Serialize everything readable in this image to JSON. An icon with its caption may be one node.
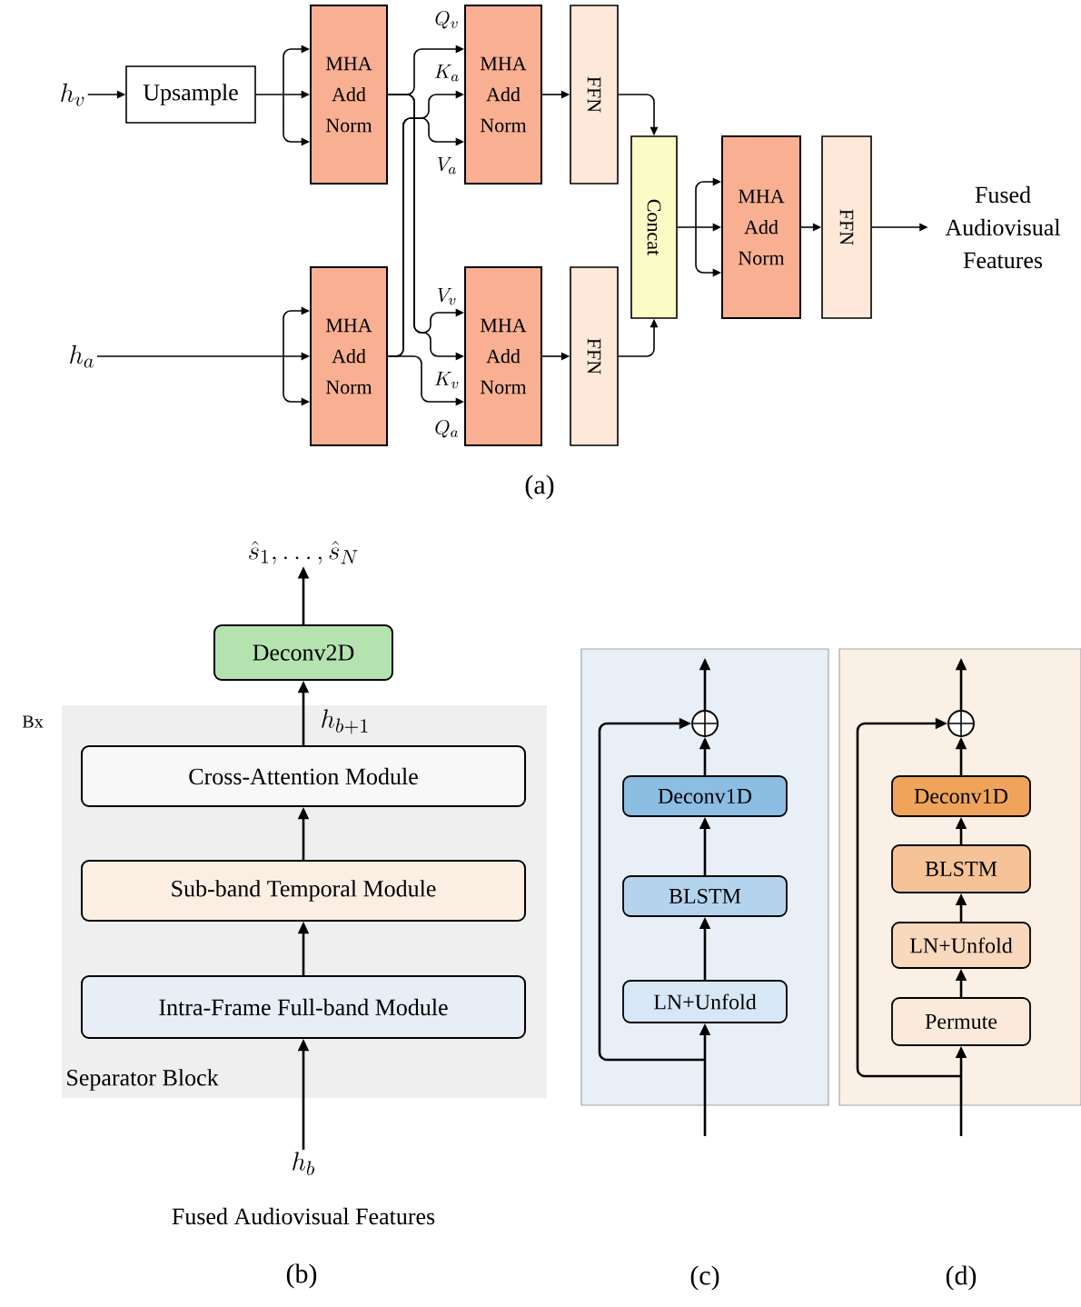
{
  "diagram": {
    "nodes": [
      {
        "text": [
          "h_v"
        ]
      },
      {
        "text": [
          "Upsample"
        ]
      },
      {
        "text": [
          "MHA Add Norm"
        ]
      },
      {
        "text": [
          "h_a"
        ]
      },
      {
        "text": [
          "MHA Add Norm"
        ]
      },
      {
        "text": [
          "MHA Add Norm"
        ]
      },
      {
        "text": [
          "MHA Add Norm"
        ]
      },
      {
        "text": [
          "FFN"
        ]
      },
      {
        "text": [
          "FFN"
        ]
      },
      {
        "text": [
          "Concat"
        ]
      },
      {
        "text": [
          "MHA Add Norm"
        ]
      },
      {
        "text": [
          "FFN"
        ]
      },
      {
        "text": [
          "Fused Audiovisual Features"
        ]
      },
      {
        "text": [
          "\\hat{s}_1, \\ldots, \\hat{s}_N"
        ]
      },
      {
        "text": [
          "Deconv2D"
        ]
      },
      {
        "text": [
          "Separator Block"
        ],
        "beside": [
          "Bx"
        ]
      },
      {
        "text": [
          "Cross-Attention Module"
        ],
        "in": 15
      },
      {
        "text": [
          "Sub-band Temporal Module"
        ],
        "in": 15
      },
      {
        "text": [
          "Intra-Frame Full-band Module"
        ],
        "in": 15
      },
      {
        "text": [
          "h_b"
        ],
        "beside": [
          "Fused Audiovisual Features"
        ]
      },
      {
        "text": [],
        "shape": "box"
      },
      {
        "text": [],
        "shape": "circle",
        "in": 20
      },
      {
        "text": [
          "Deconv1D"
        ],
        "in": 20
      },
      {
        "text": [
          "BLSTM"
        ],
        "in": 20
      },
      {
        "text": [
          "LN+Unfold"
        ],
        "in": 20
      },
      {
        "text": [],
        "shape": "box"
      },
      {
        "text": [],
        "shape": "circle",
        "in": 25
      },
      {
        "text": [
          "Deconv1D"
        ],
        "in": 25
      },
      {
        "text": [
          "BLSTM"
        ],
        "in": 25
      },
      {
        "text": [
          "LN+Unfold"
        ],
        "in": 25
      },
      {
        "text": [
          "Permute"
        ],
        "in": 25
      }
    ],
    "edges": [
      {
        "from": 0,
        "to": 1,
        "arrow": "to"
      },
      {
        "from": 1,
        "to": 2,
        "arrow": "to"
      },
      {
        "from": 3,
        "to": 4,
        "arrow": "to"
      },
      {
        "from": 2,
        "to": 5,
        "arrow": "to",
        "label": "Q_v"
      },
      {
        "from": 4,
        "to": 5,
        "arrow": "to",
        "label": "K_a"
      },
      {
        "from": 4,
        "to": 5,
        "arrow": "to",
        "label": "V_a"
      },
      {
        "from": 2,
        "to": 6,
        "arrow": "to",
        "label": "V_v"
      },
      {
        "from": 2,
        "to": 6,
        "arrow": "to",
        "label": "K_v"
      },
      {
        "from": 4,
        "to": 6,
        "arrow": "to",
        "label": "Q_a"
      },
      {
        "from": 5,
        "to": 7,
        "arrow": "to"
      },
      {
        "from": 6,
        "to": 8,
        "arrow": "to"
      },
      {
        "from": 7,
        "to": 9,
        "arrow": "to"
      },
      {
        "from": 8,
        "to": 9,
        "arrow": "to"
      },
      {
        "from": 9,
        "to": 10,
        "arrow": "to"
      },
      {
        "from": 10,
        "to": 11,
        "arrow": "to"
      },
      {
        "from": 11,
        "to": 12,
        "arrow": "to"
      },
      {
        "from": 19,
        "to": 18,
        "arrow": "to"
      },
      {
        "from": 18,
        "to": 17,
        "arrow": "to"
      },
      {
        "from": 17,
        "to": 16,
        "arrow": "to"
      },
      {
        "from": 16,
        "to": 14,
        "arrow": "to",
        "label": "h_{b+1}"
      },
      {
        "from": 14,
        "to": 13,
        "arrow": "to"
      },
      {
        "from": null,
        "to": 24,
        "arrow": "to"
      },
      {
        "from": 24,
        "to": 23,
        "arrow": "to"
      },
      {
        "from": 23,
        "to": 22,
        "arrow": "to"
      },
      {
        "from": 22,
        "to": 21,
        "arrow": "to"
      },
      {
        "from": 21,
        "to": null,
        "arrow": "to"
      },
      {
        "from": null,
        "to": 21,
        "arrow": "to"
      },
      {
        "from": null,
        "to": 30,
        "arrow": "to"
      },
      {
        "from": 30,
        "to": 29,
        "arrow": "to"
      },
      {
        "from": 29,
        "to": 28,
        "arrow": "to"
      },
      {
        "from": 28,
        "to": 27,
        "arrow": "to"
      },
      {
        "from": 27,
        "to": 26,
        "arrow": "to"
      },
      {
        "from": 26,
        "to": null,
        "arrow": "to"
      },
      {
        "from": null,
        "to": 26,
        "arrow": "to"
      }
    ],
    "labels": [
      "(a)",
      "(b)",
      "(c)",
      "(d)"
    ]
  }
}
